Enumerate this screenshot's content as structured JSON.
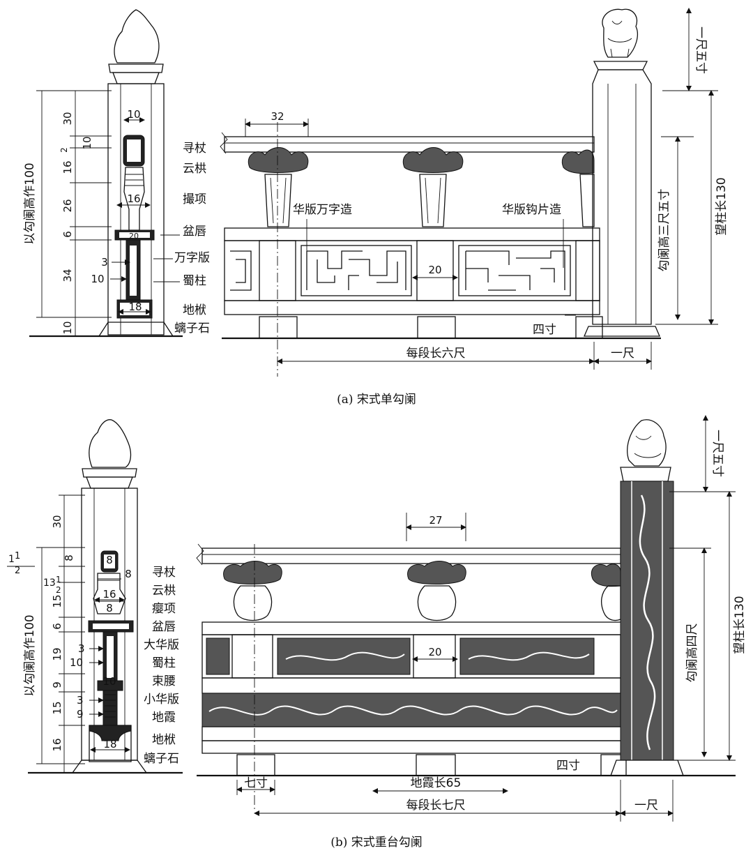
{
  "panel_a": {
    "caption": "(a) 宋式单勾阑",
    "parts": [
      "寻杖",
      "云栱",
      "撮项",
      "盆唇",
      "万字版",
      "蜀柱",
      "地栿",
      "螭子石"
    ],
    "left_dims": [
      "30",
      "2",
      "16",
      "26",
      "6",
      "34",
      "10"
    ],
    "inner_dims": [
      "10",
      "10",
      "16",
      "20",
      "3",
      "10",
      "18"
    ],
    "total_label": "以勾阑高作100",
    "top_dim": "32",
    "gap_dim": "20",
    "pattern_left": "华版万字造",
    "pattern_right": "华版钩片造",
    "four_cun": "四寸",
    "segment": "每段长六尺",
    "one_chi": "一尺",
    "lion_height": "一尺五寸",
    "rail_height": "勾阑高三尺五寸",
    "post_height": "望柱长130"
  },
  "panel_b": {
    "caption": "(b) 宋式重台勾阑",
    "parts": [
      "寻杖",
      "云栱",
      "瘿项",
      "盆唇",
      "大华版",
      "蜀柱",
      "束腰",
      "小华版",
      "地霞",
      "地栿",
      "螭子石"
    ],
    "left_dims": [
      "30",
      "1",
      "1",
      "2",
      "8",
      "13",
      "1",
      "2",
      "15",
      "6",
      "19",
      "9",
      "15",
      "16"
    ],
    "inner_dims": [
      "8",
      "8",
      "16",
      "8",
      "3",
      "10",
      "10",
      "3",
      "9",
      "18"
    ],
    "total_label": "以勾阑高作100",
    "top_dim": "27",
    "gap_dim": "20",
    "seven_cun": "七寸",
    "dixia": "地霞长65",
    "four_cun": "四寸",
    "segment": "每段长七尺",
    "one_chi": "一尺",
    "lion_height": "一尺五寸",
    "rail_height": "勾阑高四尺",
    "post_height": "望柱长130"
  }
}
